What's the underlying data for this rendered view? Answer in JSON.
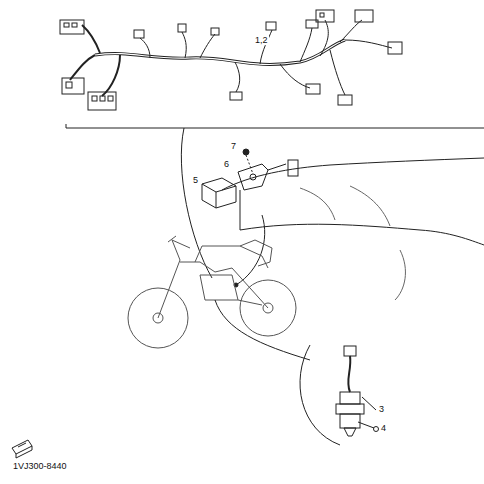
{
  "diagram": {
    "labels": [
      "1,2",
      "7",
      "6",
      "5",
      "3",
      "4",
      "1VJ300-8440"
    ]
  }
}
